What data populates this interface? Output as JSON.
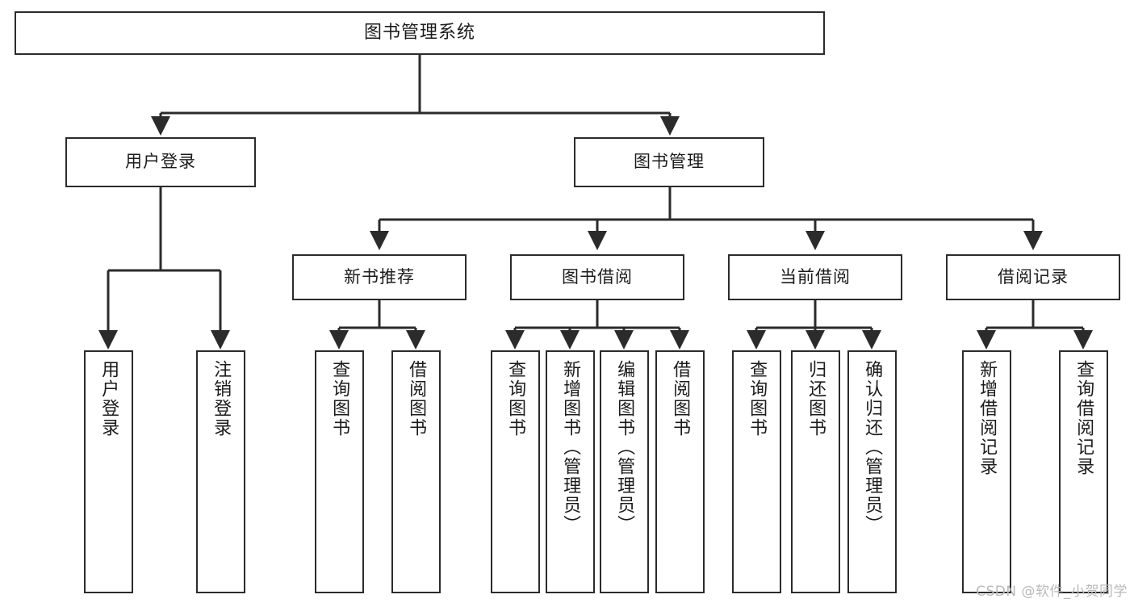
{
  "diagram": {
    "type": "tree",
    "title_node": "图书管理系统",
    "watermark": "CSDN @软件_小贺同学",
    "colors": {
      "stroke": "#2b2b2b",
      "fill": "#ffffff",
      "text": "#1b1b1b",
      "watermark": "#b9b9b9"
    },
    "levels": {
      "level1": [
        "图书管理系统"
      ],
      "level2": [
        "用户登录",
        "图书管理"
      ],
      "level3": [
        "新书推荐",
        "图书借阅",
        "当前借阅",
        "借阅记录"
      ],
      "level4": [
        "用户登录",
        "注销登录",
        "查询图书",
        "借阅图书",
        "查询图书",
        "新增图书（管理员）",
        "编辑图书（管理员）",
        "借阅图书",
        "查询图书",
        "归还图书",
        "确认归还（管理员）",
        "新增借阅记录",
        "查询借阅记录"
      ]
    },
    "nodes": {
      "root": {
        "label": "图书管理系统"
      },
      "user_login": {
        "label": "用户登录"
      },
      "book_manage": {
        "label": "图书管理"
      },
      "new_book_rec": {
        "label": "新书推荐"
      },
      "book_borrow": {
        "label": "图书借阅"
      },
      "current_borrow": {
        "label": "当前借阅"
      },
      "borrow_record": {
        "label": "借阅记录"
      },
      "leaf_user_login": {
        "label": "用户登录"
      },
      "leaf_logout": {
        "label": "注销登录"
      },
      "leaf_query_book_a": {
        "label": "查询图书"
      },
      "leaf_borrow_book_a": {
        "label": "借阅图书"
      },
      "leaf_query_book_b": {
        "label": "查询图书"
      },
      "leaf_add_book": {
        "label": "新增图书（管理员）"
      },
      "leaf_edit_book": {
        "label": "编辑图书（管理员）"
      },
      "leaf_borrow_book_b": {
        "label": "借阅图书"
      },
      "leaf_query_book_c": {
        "label": "查询图书"
      },
      "leaf_return_book": {
        "label": "归还图书"
      },
      "leaf_confirm_return": {
        "label": "确认归还（管理员）"
      },
      "leaf_add_record": {
        "label": "新增借阅记录"
      },
      "leaf_query_record": {
        "label": "查询借阅记录"
      }
    },
    "edges": [
      {
        "from": "图书管理系统",
        "to": "用户登录"
      },
      {
        "from": "图书管理系统",
        "to": "图书管理"
      },
      {
        "from": "用户登录",
        "to": "用户登录"
      },
      {
        "from": "用户登录",
        "to": "注销登录"
      },
      {
        "from": "图书管理",
        "to": "新书推荐"
      },
      {
        "from": "图书管理",
        "to": "图书借阅"
      },
      {
        "from": "图书管理",
        "to": "当前借阅"
      },
      {
        "from": "图书管理",
        "to": "借阅记录"
      },
      {
        "from": "新书推荐",
        "to": "查询图书"
      },
      {
        "from": "新书推荐",
        "to": "借阅图书"
      },
      {
        "from": "图书借阅",
        "to": "查询图书"
      },
      {
        "from": "图书借阅",
        "to": "新增图书（管理员）"
      },
      {
        "from": "图书借阅",
        "to": "编辑图书（管理员）"
      },
      {
        "from": "图书借阅",
        "to": "借阅图书"
      },
      {
        "from": "当前借阅",
        "to": "查询图书"
      },
      {
        "from": "当前借阅",
        "to": "归还图书"
      },
      {
        "from": "当前借阅",
        "to": "确认归还（管理员）"
      },
      {
        "from": "借阅记录",
        "to": "新增借阅记录"
      },
      {
        "from": "借阅记录",
        "to": "查询借阅记录"
      }
    ]
  }
}
